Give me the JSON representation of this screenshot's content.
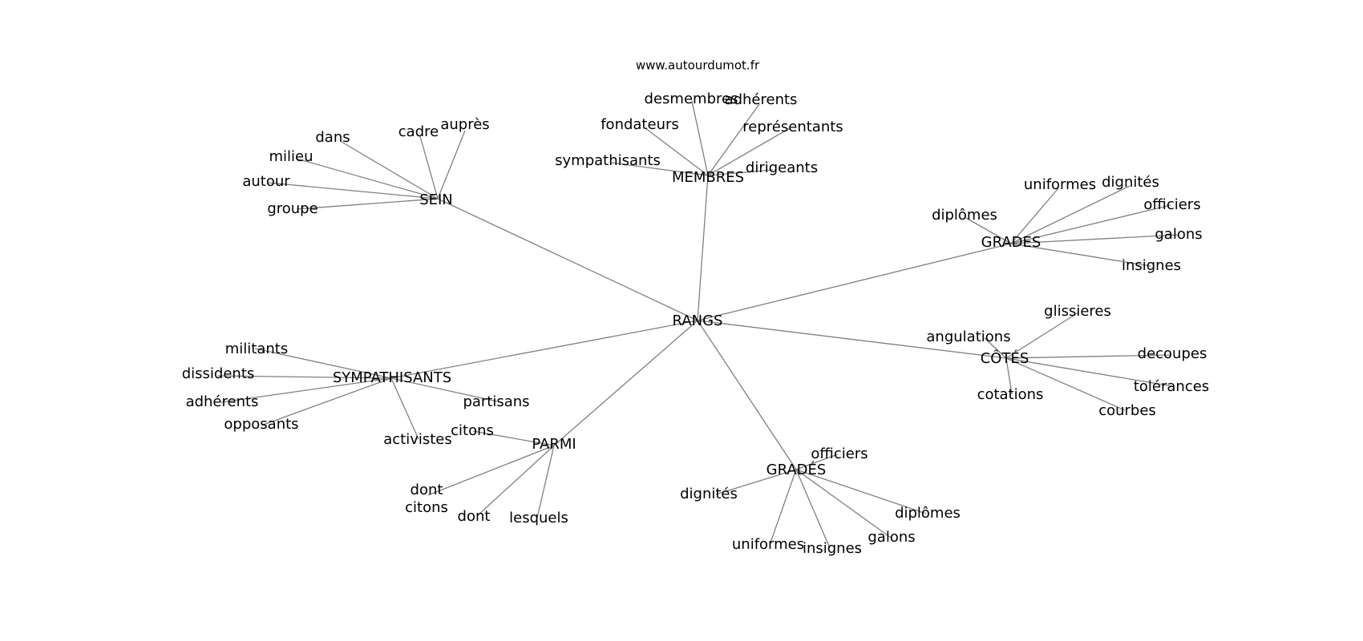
{
  "source": "www.autourdumot.fr",
  "graph": {
    "root": "RANGS",
    "branches": [
      {
        "label": "SEIN",
        "children": [
          "dans",
          "cadre",
          "auprès",
          "milieu",
          "autour",
          "groupe"
        ]
      },
      {
        "label": "MEMBRES",
        "children": [
          "desmembres",
          "adhérents",
          "fondateurs",
          "représentants",
          "sympathisants",
          "dirigeants"
        ]
      },
      {
        "label": "GRADES",
        "children": [
          "uniformes",
          "dignités",
          "diplômes",
          "officiers",
          "galons",
          "insignes"
        ]
      },
      {
        "label": "CÔTÉS",
        "children": [
          "glissieres",
          "angulations",
          "decoupes",
          "tolérances",
          "cotations",
          "courbes"
        ]
      },
      {
        "label": "SYMPATHISANTS",
        "children": [
          "militants",
          "dissidents",
          "adhérents",
          "opposants",
          "partisans",
          "activistes"
        ]
      },
      {
        "label": "PARMI",
        "children": [
          "citons",
          "dont\ncitons",
          "dont",
          "lesquels"
        ]
      },
      {
        "label": "GRADÉS",
        "children": [
          "officiers",
          "dignités",
          "diplômes",
          "uniformes",
          "insignes",
          "galons"
        ]
      }
    ]
  }
}
